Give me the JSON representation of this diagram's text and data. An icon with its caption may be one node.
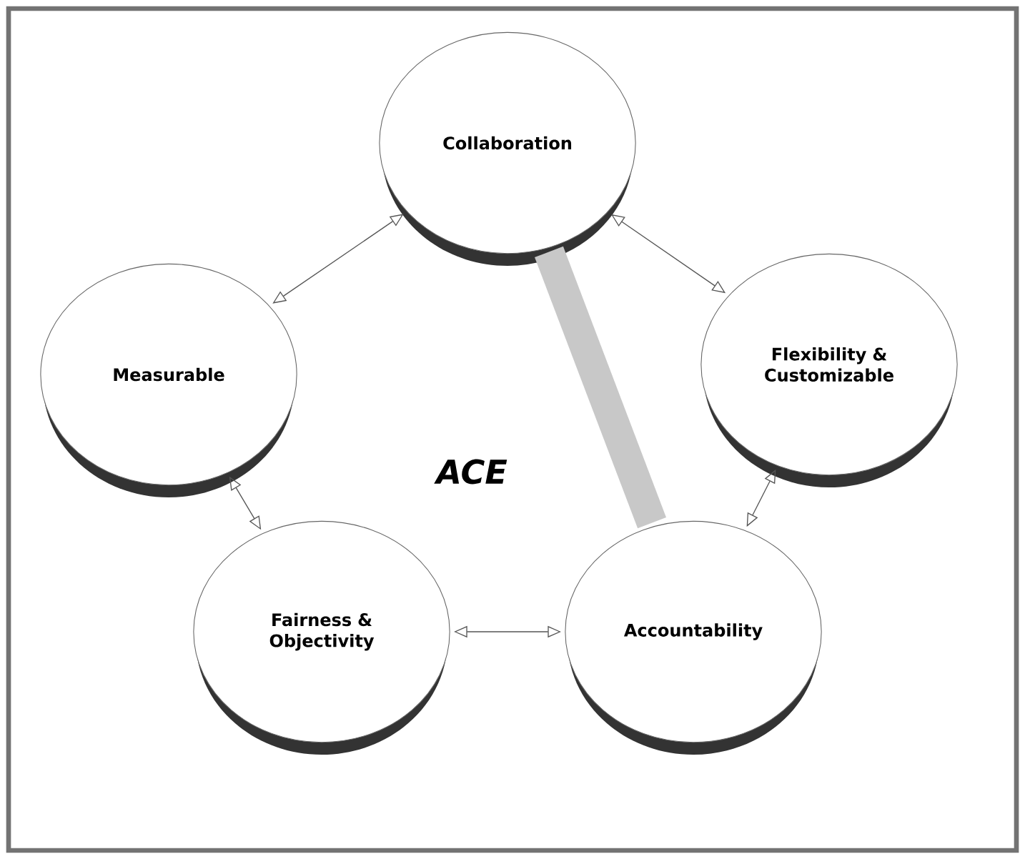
{
  "diagram": {
    "nodes": [
      {
        "text": [
          "Collaboration"
        ]
      },
      {
        "text": [
          "Measurable"
        ]
      },
      {
        "text": [
          "Flexibility & Customizable"
        ]
      },
      {
        "text": [
          "Fairness & Objectivity"
        ]
      },
      {
        "text": [
          "Accountability"
        ]
      }
    ],
    "edges": [
      {
        "from": 0,
        "to": 1,
        "arrow": "both"
      },
      {
        "from": 0,
        "to": 2,
        "arrow": "both"
      },
      {
        "from": 1,
        "to": 3,
        "arrow": "both"
      },
      {
        "from": 2,
        "to": 4,
        "arrow": "both"
      },
      {
        "from": 3,
        "to": 4,
        "arrow": "both"
      },
      {
        "from": 0,
        "to": 4,
        "arrow": "none",
        "style": "thick",
        "color": "#c8c8c8"
      }
    ],
    "labels": [
      "ACE"
    ]
  }
}
